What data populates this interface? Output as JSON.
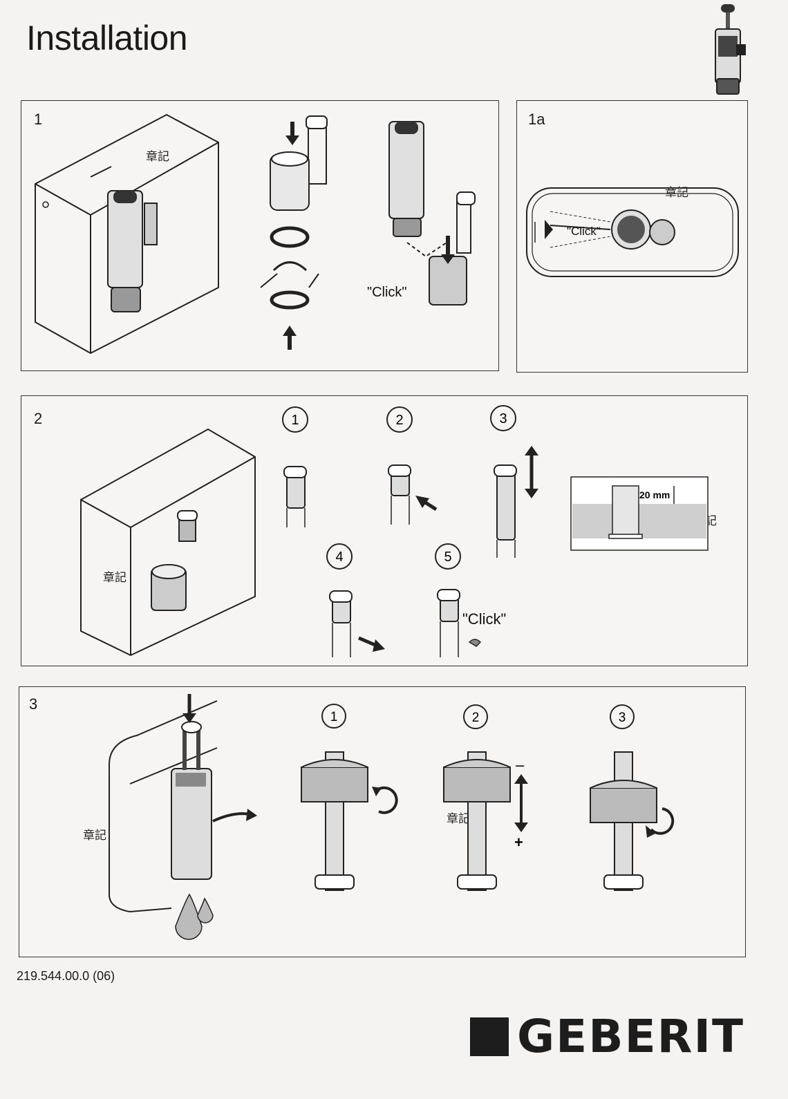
{
  "page": {
    "title": "Installation",
    "doc_code": "219.544.00.0 (06)",
    "brand": "GEBERIT"
  },
  "panels": {
    "p1": {
      "num": "1",
      "click": "\"Click\"",
      "stamp": "章記"
    },
    "p1a": {
      "num": "1a",
      "click": "\"Click\"",
      "stamp": "章記"
    },
    "p2": {
      "num": "2",
      "steps": [
        "1",
        "2",
        "3",
        "4",
        "5"
      ],
      "click": "\"Click\"",
      "measure": "20 mm",
      "stamp_a": "章記",
      "stamp_b": "章記"
    },
    "p3": {
      "num": "3",
      "steps": [
        "1",
        "2",
        "3"
      ],
      "minus": "–",
      "plus": "+",
      "stamp_a": "章記",
      "stamp_b": "章記"
    }
  },
  "icons": [
    "flush-valve-thumbnail-icon",
    "brand-square-icon",
    "water-drop-icon",
    "arrow-icon",
    "rotate-arrow-icon"
  ]
}
